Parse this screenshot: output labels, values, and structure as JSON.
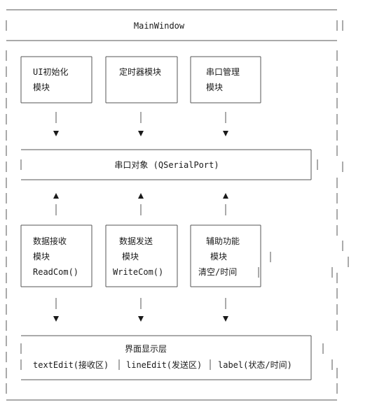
{
  "diagram": {
    "window_title": "MainWindow",
    "top_modules": [
      {
        "line1": "UI初始化",
        "line2": "模块"
      },
      {
        "line1": "定时器模块",
        "line2": ""
      },
      {
        "line1": "串口管理",
        "line2": "模块"
      }
    ],
    "serial_object": "串口对象 (QSerialPort)",
    "mid_modules": [
      {
        "line1": "数据接收",
        "line2": "模块",
        "line3": "ReadCom()"
      },
      {
        "line1": "数据发送",
        "line2": "模块",
        "line3": "WriteCom()"
      },
      {
        "line1": "辅助功能",
        "line2": "模块",
        "line3": "清空/时间"
      }
    ],
    "display_layer": {
      "title": "界面显示层",
      "items": [
        "textEdit(接收区)",
        "lineEdit(发送区)",
        "label(状态/时间)"
      ]
    },
    "colors": {
      "line": "#555555",
      "text": "#1a1a1a",
      "arrow": "#1a1a1a"
    }
  }
}
